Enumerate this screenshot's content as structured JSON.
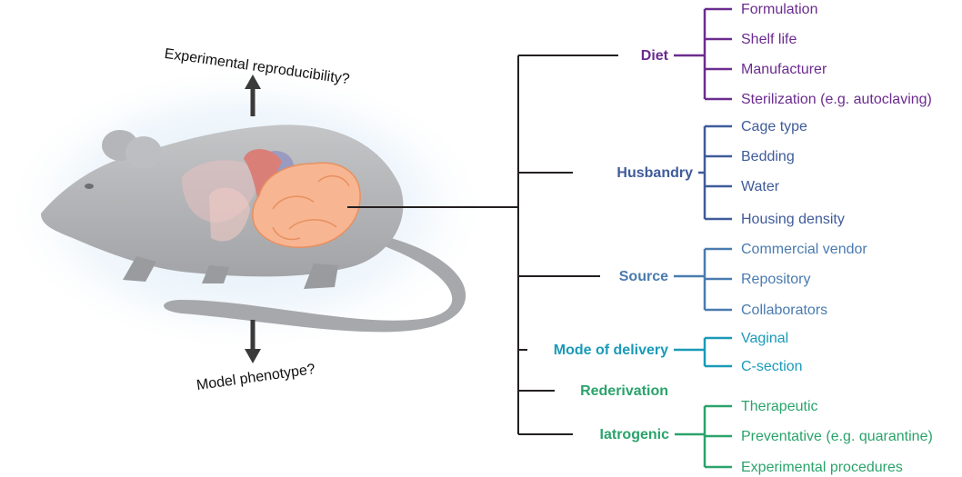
{
  "question_top": "Experimental reproducibility?",
  "question_bottom": "Model phenotype?",
  "categories": [
    {
      "label": "Diet",
      "color": "#6b2c8f",
      "items": [
        "Formulation",
        "Shelf life",
        "Manufacturer",
        "Sterilization (e.g. autoclaving)"
      ]
    },
    {
      "label": "Husbandry",
      "color": "#3f5b9a",
      "items": [
        "Cage type",
        "Bedding",
        "Water",
        "Housing density"
      ]
    },
    {
      "label": "Source",
      "color": "#4a7bb0",
      "items": [
        "Commercial vendor",
        "Repository",
        "Collaborators"
      ]
    },
    {
      "label": "Mode of delivery",
      "color": "#1a9ab8",
      "items": [
        "Vaginal",
        "C-section"
      ]
    },
    {
      "label": "Rederivation",
      "color": "#2aa36b",
      "items": []
    },
    {
      "label": "Iatrogenic",
      "color": "#2aa36b",
      "items": [
        "Therapeutic",
        "Preventative (e.g. quarantine)",
        "Experimental procedures"
      ]
    }
  ]
}
